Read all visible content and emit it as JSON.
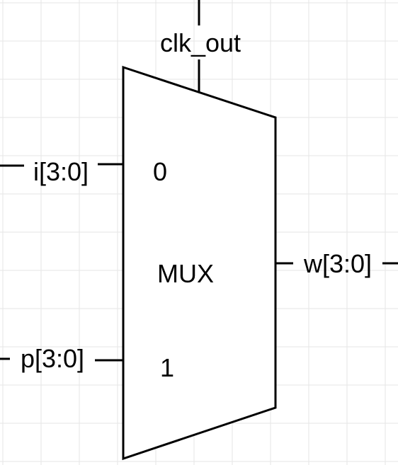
{
  "diagram": {
    "component": {
      "label": "MUX",
      "select_signal": "clk_out",
      "inputs": [
        {
          "port": "0",
          "signal": "i[3:0]"
        },
        {
          "port": "1",
          "signal": "p[3:0]"
        }
      ],
      "output": {
        "signal": "w[3:0]"
      }
    },
    "colors": {
      "stroke": "#000000",
      "background": "#ffffff",
      "grid": "#e6e6e6"
    }
  }
}
